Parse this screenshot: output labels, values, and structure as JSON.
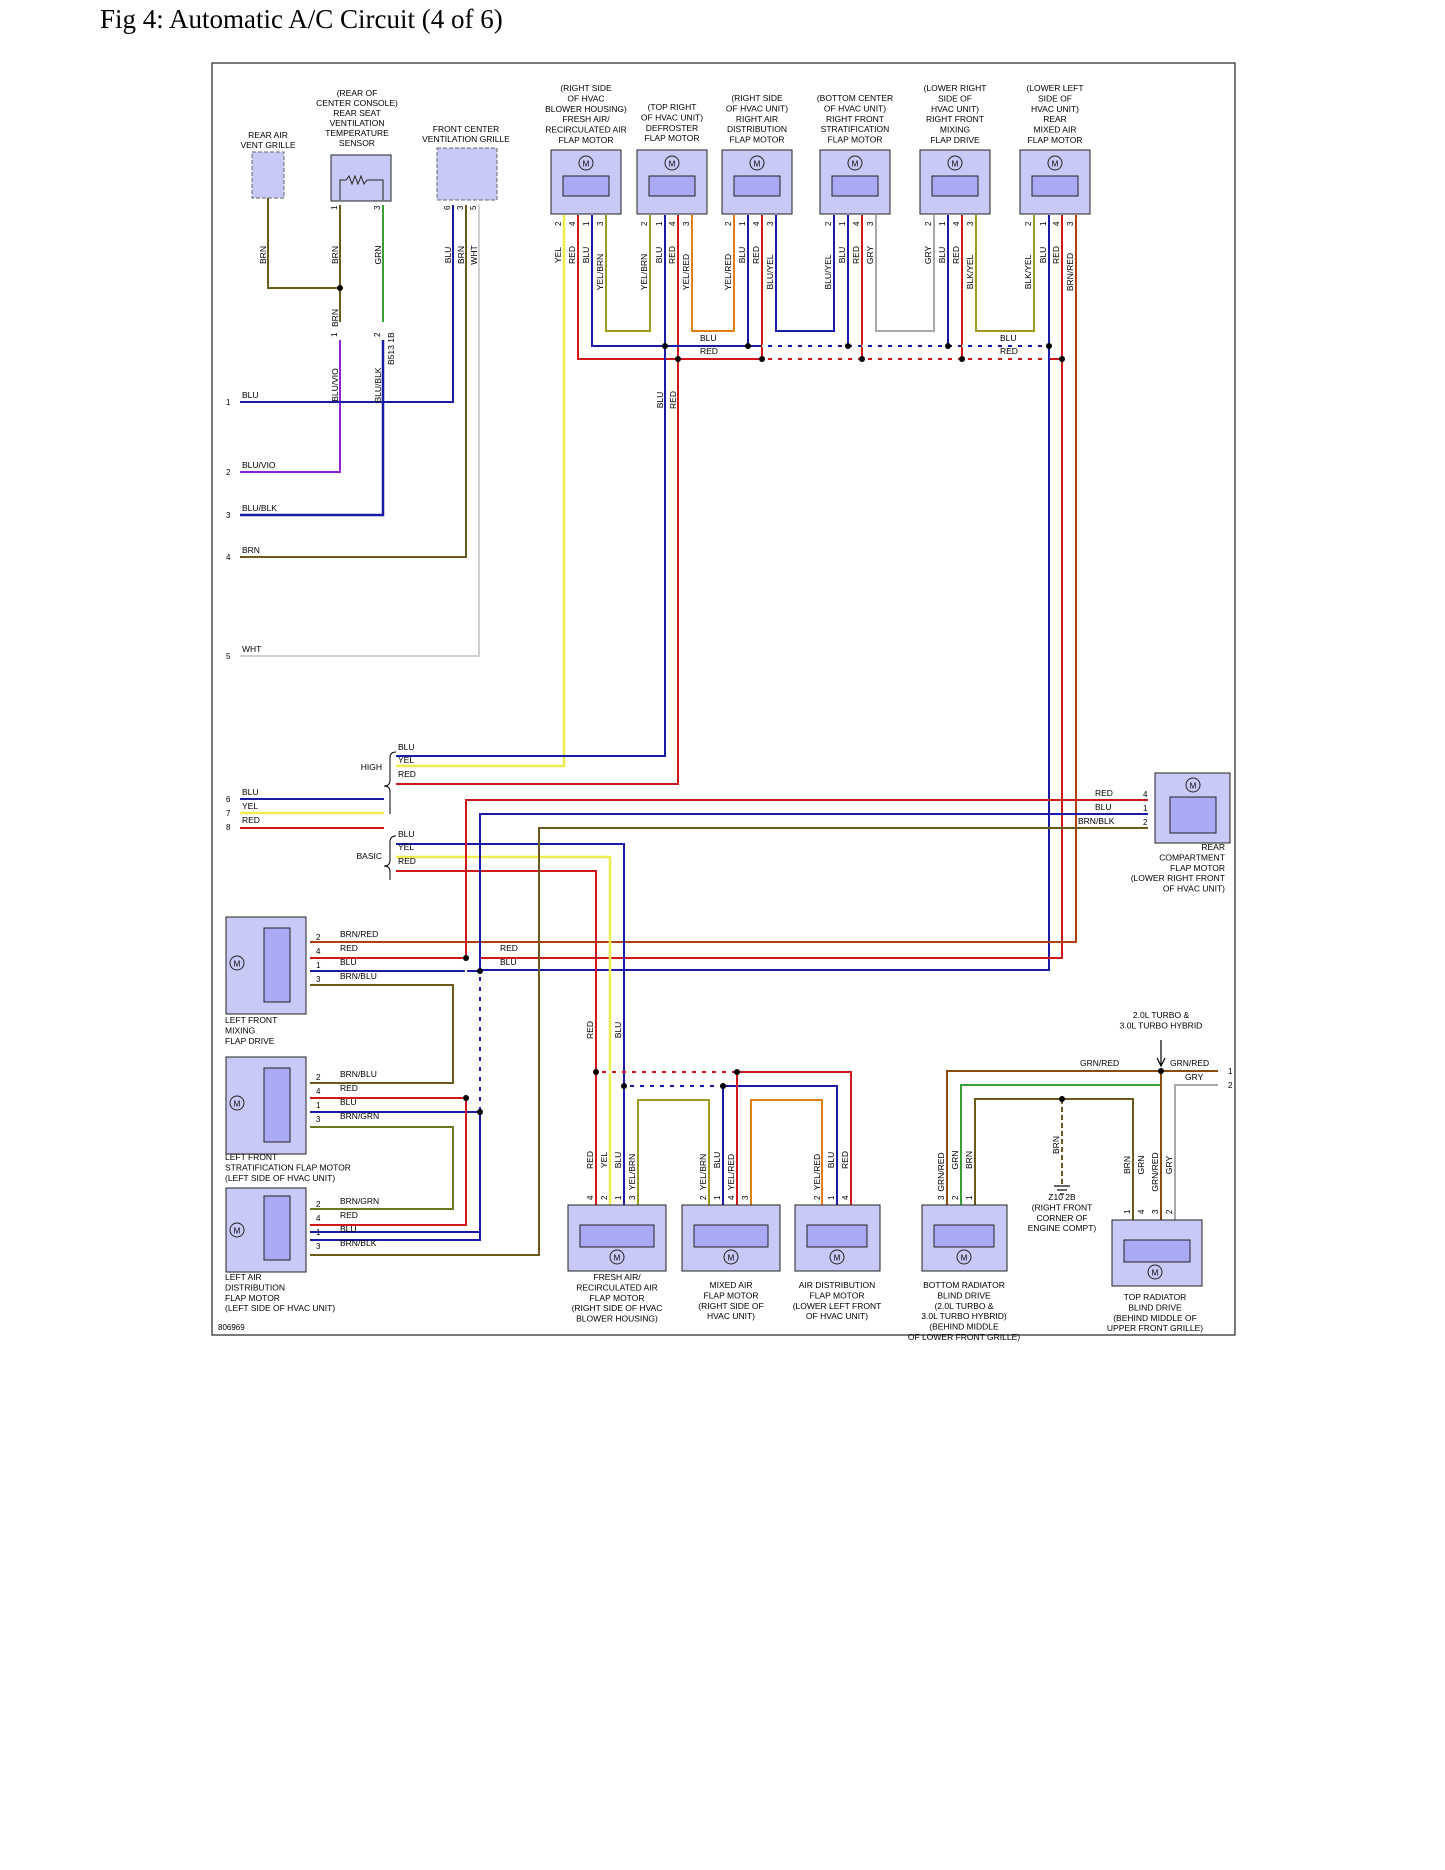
{
  "title": "Fig 4: Automatic A/C Circuit (4 of 6)",
  "figure_id": "806969",
  "colors": {
    "BRN": "#6b5a1e",
    "BLU": "#1a1aa8",
    "RED": "#d01818",
    "YEL": "#f0ec50",
    "GRN": "#38a038",
    "WHT": "#d0d0d0",
    "VIO": "#9020d0",
    "BLK": "#111111",
    "GRY": "#a8a8a8",
    "ORG": "#e08010",
    "component_fill": "#c9c9f7",
    "component_inner": "#a9a9f5"
  },
  "components": {
    "rear_vent": [
      "REAR AIR",
      "VENT GRILLE"
    ],
    "rear_sensor": [
      "(REAR OF",
      "CENTER CONSOLE)",
      "REAR SEAT",
      "VENTILATION",
      "TEMPERATURE",
      "SENSOR"
    ],
    "front_center": [
      "FRONT CENTER",
      "VENTILATION GRILLE"
    ],
    "fresh_air_top": [
      "(RIGHT SIDE",
      "OF HVAC",
      "BLOWER HOUSING)",
      "FRESH AIR/",
      "RECIRCULATED AIR",
      "FLAP MOTOR"
    ],
    "defroster": [
      "(TOP RIGHT",
      "OF HVAC UNIT)",
      "DEFROSTER",
      "FLAP MOTOR"
    ],
    "right_air_dist": [
      "(RIGHT SIDE",
      "OF HVAC UNIT)",
      "RIGHT AIR",
      "DISTRIBUTION",
      "FLAP MOTOR"
    ],
    "right_front_strat": [
      "(BOTTOM CENTER",
      "OF HVAC UNIT)",
      "RIGHT FRONT",
      "STRATIFICATION",
      "FLAP MOTOR"
    ],
    "right_front_mixing": [
      "(LOWER RIGHT",
      "SIDE OF",
      "HVAC UNIT)",
      "RIGHT FRONT",
      "MIXING",
      "FLAP DRIVE"
    ],
    "rear_mixed": [
      "(LOWER LEFT",
      "SIDE OF",
      "HVAC UNIT)",
      "REAR",
      "MIXED AIR",
      "FLAP MOTOR"
    ],
    "rear_compartment": [
      "REAR",
      "COMPARTMENT",
      "FLAP MOTOR",
      "(LOWER RIGHT FRONT",
      "OF HVAC UNIT)"
    ],
    "left_front_mixing": [
      "LEFT FRONT",
      "MIXING",
      "FLAP DRIVE"
    ],
    "left_front_strat": [
      "LEFT FRONT",
      "STRATIFICATION FLAP MOTOR",
      "(LEFT SIDE OF HVAC UNIT)"
    ],
    "left_air_dist": [
      "LEFT AIR",
      "DISTRIBUTION",
      "FLAP MOTOR",
      "(LEFT SIDE OF HVAC UNIT)"
    ],
    "fresh_air_bottom": [
      "FRESH AIR/",
      "RECIRCULATED AIR",
      "FLAP MOTOR",
      "(RIGHT SIDE OF HVAC",
      "BLOWER HOUSING)"
    ],
    "mixed_air": [
      "MIXED AIR",
      "FLAP MOTOR",
      "(RIGHT SIDE OF",
      "HVAC UNIT)"
    ],
    "air_dist_bottom": [
      "AIR DISTRIBUTION",
      "FLAP MOTOR",
      "(LOWER LEFT FRONT",
      "OF HVAC UNIT)"
    ],
    "bottom_radiator": [
      "BOTTOM RADIATOR",
      "BLIND DRIVE",
      "(2.0L TURBO &",
      "3.0L TURBO HYBRID)",
      "(BEHIND MIDDLE",
      "OF LOWER FRONT GRILLE)"
    ],
    "top_radiator": [
      "TOP RADIATOR",
      "BLIND DRIVE",
      "(BEHIND MIDDLE OF",
      "UPPER FRONT GRILLE)"
    ],
    "ground": [
      "Z10 2B",
      "(RIGHT FRONT",
      "CORNER OF",
      "ENGINE COMPT)"
    ],
    "turbo_note": [
      "2.0L TURBO &",
      "3.0L TURBO HYBRID"
    ]
  },
  "connector_label": "B513 1B",
  "group_labels": {
    "high": "HIGH",
    "basic": "BASIC"
  },
  "motor_symbol": "M",
  "pin_labels": [
    {
      "id": "rs1",
      "t": "1"
    },
    {
      "id": "rs3",
      "t": "3"
    },
    {
      "id": "fc6",
      "t": "6"
    },
    {
      "id": "fc3",
      "t": "3"
    },
    {
      "id": "fc5",
      "t": "5"
    },
    {
      "id": "c1",
      "t": "1"
    },
    {
      "id": "c2",
      "t": "2"
    },
    {
      "id": "fa2",
      "t": "2"
    },
    {
      "id": "fa4",
      "t": "4"
    },
    {
      "id": "fa1",
      "t": "1"
    },
    {
      "id": "fa3",
      "t": "3"
    },
    {
      "id": "df2",
      "t": "2"
    },
    {
      "id": "df1",
      "t": "1"
    },
    {
      "id": "df4",
      "t": "4"
    },
    {
      "id": "df3",
      "t": "3"
    },
    {
      "id": "ra2",
      "t": "2"
    },
    {
      "id": "ra1",
      "t": "1"
    },
    {
      "id": "ra4",
      "t": "4"
    },
    {
      "id": "ra3",
      "t": "3"
    },
    {
      "id": "st2",
      "t": "2"
    },
    {
      "id": "st1",
      "t": "1"
    },
    {
      "id": "st4",
      "t": "4"
    },
    {
      "id": "st3",
      "t": "3"
    },
    {
      "id": "mx2",
      "t": "2"
    },
    {
      "id": "mx1",
      "t": "1"
    },
    {
      "id": "mx4",
      "t": "4"
    },
    {
      "id": "mx3",
      "t": "3"
    },
    {
      "id": "rm2",
      "t": "2"
    },
    {
      "id": "rm1",
      "t": "1"
    },
    {
      "id": "rm4",
      "t": "4"
    },
    {
      "id": "rm3",
      "t": "3"
    },
    {
      "id": "rc4",
      "t": "4"
    },
    {
      "id": "rc1",
      "t": "1"
    },
    {
      "id": "rc2",
      "t": "2"
    },
    {
      "id": "lm2",
      "t": "2"
    },
    {
      "id": "lm4",
      "t": "4"
    },
    {
      "id": "lm1",
      "t": "1"
    },
    {
      "id": "lm3",
      "t": "3"
    },
    {
      "id": "ls2",
      "t": "2"
    },
    {
      "id": "ls4",
      "t": "4"
    },
    {
      "id": "ls1",
      "t": "1"
    },
    {
      "id": "ls3",
      "t": "3"
    },
    {
      "id": "la2",
      "t": "2"
    },
    {
      "id": "la4",
      "t": "4"
    },
    {
      "id": "la1",
      "t": "1"
    },
    {
      "id": "la3",
      "t": "3"
    },
    {
      "id": "bf4",
      "t": "4"
    },
    {
      "id": "bf2",
      "t": "2"
    },
    {
      "id": "bf1",
      "t": "1"
    },
    {
      "id": "bf3",
      "t": "3"
    },
    {
      "id": "bm2",
      "t": "2"
    },
    {
      "id": "bm1",
      "t": "1"
    },
    {
      "id": "bm4",
      "t": "4"
    },
    {
      "id": "bm3",
      "t": "3"
    },
    {
      "id": "bd2",
      "t": "2"
    },
    {
      "id": "bd1",
      "t": "1"
    },
    {
      "id": "bd4",
      "t": "4"
    },
    {
      "id": "br3",
      "t": "3"
    },
    {
      "id": "br2",
      "t": "2"
    },
    {
      "id": "br1",
      "t": "1"
    },
    {
      "id": "tr1",
      "t": "1"
    },
    {
      "id": "tr4",
      "t": "4"
    },
    {
      "id": "tr3",
      "t": "3"
    },
    {
      "id": "tr2",
      "t": "2"
    }
  ],
  "side_pins": [
    {
      "id": "s1",
      "t": "1"
    },
    {
      "id": "s2",
      "t": "2"
    },
    {
      "id": "s3",
      "t": "3"
    },
    {
      "id": "s4",
      "t": "4"
    },
    {
      "id": "s5",
      "t": "5"
    },
    {
      "id": "s6",
      "t": "6"
    },
    {
      "id": "s7",
      "t": "7"
    },
    {
      "id": "s8",
      "t": "8"
    },
    {
      "id": "sr1",
      "t": "1"
    },
    {
      "id": "sr2",
      "t": "2"
    }
  ],
  "wire_labels": [
    {
      "id": "w01",
      "t": "BRN"
    },
    {
      "id": "w02",
      "t": "BRN"
    },
    {
      "id": "w03",
      "t": "GRN"
    },
    {
      "id": "w04",
      "t": "BLU"
    },
    {
      "id": "w05",
      "t": "BRN"
    },
    {
      "id": "w06",
      "t": "WHT"
    },
    {
      "id": "w07",
      "t": "BRN"
    },
    {
      "id": "w08",
      "t": "BLU/VIO"
    },
    {
      "id": "w09",
      "t": "BLU/BLK"
    },
    {
      "id": "w10",
      "t": "YEL"
    },
    {
      "id": "w11",
      "t": "RED"
    },
    {
      "id": "w12",
      "t": "BLU"
    },
    {
      "id": "w13",
      "t": "YEL/BRN"
    },
    {
      "id": "w14",
      "t": "YEL/BRN"
    },
    {
      "id": "w15",
      "t": "BLU"
    },
    {
      "id": "w16",
      "t": "RED"
    },
    {
      "id": "w17",
      "t": "YEL/RED"
    },
    {
      "id": "w18",
      "t": "YEL/RED"
    },
    {
      "id": "w19",
      "t": "BLU"
    },
    {
      "id": "w20",
      "t": "RED"
    },
    {
      "id": "w21",
      "t": "BLU/YEL"
    },
    {
      "id": "w22",
      "t": "BLU/YEL"
    },
    {
      "id": "w23",
      "t": "BLU"
    },
    {
      "id": "w24",
      "t": "RED"
    },
    {
      "id": "w25",
      "t": "GRY"
    },
    {
      "id": "w26",
      "t": "GRY"
    },
    {
      "id": "w27",
      "t": "BLU"
    },
    {
      "id": "w28",
      "t": "RED"
    },
    {
      "id": "w29",
      "t": "BLK/YEL"
    },
    {
      "id": "w30",
      "t": "BLK/YEL"
    },
    {
      "id": "w31",
      "t": "BLU"
    },
    {
      "id": "w32",
      "t": "RED"
    },
    {
      "id": "w33",
      "t": "BRN/RED"
    },
    {
      "id": "w34",
      "t": "BLU"
    },
    {
      "id": "w35",
      "t": "RED"
    },
    {
      "id": "w36",
      "t": "BLU"
    },
    {
      "id": "w37",
      "t": "RED"
    },
    {
      "id": "w38",
      "t": "BLU"
    },
    {
      "id": "w39",
      "t": "RED"
    },
    {
      "id": "w40",
      "t": "BLU"
    },
    {
      "id": "w41",
      "t": "BLU/VIO"
    },
    {
      "id": "w42",
      "t": "BLU/BLK"
    },
    {
      "id": "w43",
      "t": "BRN"
    },
    {
      "id": "w44",
      "t": "WHT"
    },
    {
      "id": "w45",
      "t": "BLU"
    },
    {
      "id": "w46",
      "t": "YEL"
    },
    {
      "id": "w47",
      "t": "RED"
    },
    {
      "id": "w48",
      "t": "BLU"
    },
    {
      "id": "w49",
      "t": "YEL"
    },
    {
      "id": "w50",
      "t": "RED"
    },
    {
      "id": "w51",
      "t": "BLU"
    },
    {
      "id": "w52",
      "t": "YEL"
    },
    {
      "id": "w53",
      "t": "RED"
    },
    {
      "id": "w54",
      "t": "RED"
    },
    {
      "id": "w55",
      "t": "BLU"
    },
    {
      "id": "w56",
      "t": "BRN/BLK"
    },
    {
      "id": "w57",
      "t": "BRN/RED"
    },
    {
      "id": "w58",
      "t": "RED"
    },
    {
      "id": "w59",
      "t": "BLU"
    },
    {
      "id": "w60",
      "t": "BRN/BLU"
    },
    {
      "id": "w61",
      "t": "RED"
    },
    {
      "id": "w62",
      "t": "BLU"
    },
    {
      "id": "w63",
      "t": "BRN/BLU"
    },
    {
      "id": "w64",
      "t": "RED"
    },
    {
      "id": "w65",
      "t": "BLU"
    },
    {
      "id": "w66",
      "t": "BRN/GRN"
    },
    {
      "id": "w67",
      "t": "BRN/GRN"
    },
    {
      "id": "w68",
      "t": "RED"
    },
    {
      "id": "w69",
      "t": "BLU"
    },
    {
      "id": "w70",
      "t": "BRN/BLK"
    },
    {
      "id": "w71",
      "t": "RED"
    },
    {
      "id": "w72",
      "t": "BLU"
    },
    {
      "id": "w73",
      "t": "RED"
    },
    {
      "id": "w74",
      "t": "YEL"
    },
    {
      "id": "w75",
      "t": "BLU"
    },
    {
      "id": "w76",
      "t": "YEL/BRN"
    },
    {
      "id": "w77",
      "t": "YEL/BRN"
    },
    {
      "id": "w78",
      "t": "BLU"
    },
    {
      "id": "w79",
      "t": "YEL/RED"
    },
    {
      "id": "w80",
      "t": "YEL/RED"
    },
    {
      "id": "w81",
      "t": "BLU"
    },
    {
      "id": "w82",
      "t": "RED"
    },
    {
      "id": "w83",
      "t": "GRN/RED"
    },
    {
      "id": "w84",
      "t": "GRN"
    },
    {
      "id": "w85",
      "t": "BRN"
    },
    {
      "id": "w86",
      "t": "BRN"
    },
    {
      "id": "w87",
      "t": "BRN"
    },
    {
      "id": "w88",
      "t": "GRN"
    },
    {
      "id": "w89",
      "t": "GRN/RED"
    },
    {
      "id": "w90",
      "t": "GRY"
    },
    {
      "id": "w91",
      "t": "GRN/RED"
    },
    {
      "id": "w92",
      "t": "GRN/RED"
    },
    {
      "id": "w93",
      "t": "GRY"
    }
  ]
}
